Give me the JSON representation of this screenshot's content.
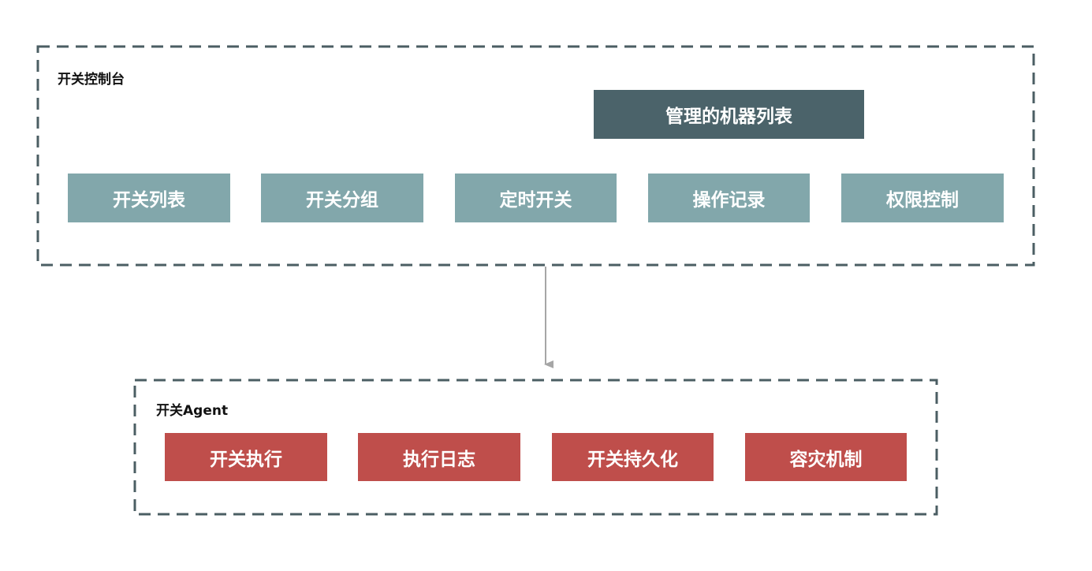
{
  "colors": {
    "frame_border": "#4b5e63",
    "connector": "#a6a6a6",
    "console_box": "#82a7ab",
    "managed_box": "#4b636a",
    "agent_box": "#bf4e4b",
    "box_text": "#ffffff"
  },
  "console": {
    "title": "开关控制台",
    "managed_machines": "管理的机器列表",
    "modules": [
      "开关列表",
      "开关分组",
      "定时开关",
      "操作记录",
      "权限控制"
    ]
  },
  "agent": {
    "title": "开关Agent",
    "modules": [
      "开关执行",
      "执行日志",
      "开关持久化",
      "容灾机制"
    ]
  }
}
